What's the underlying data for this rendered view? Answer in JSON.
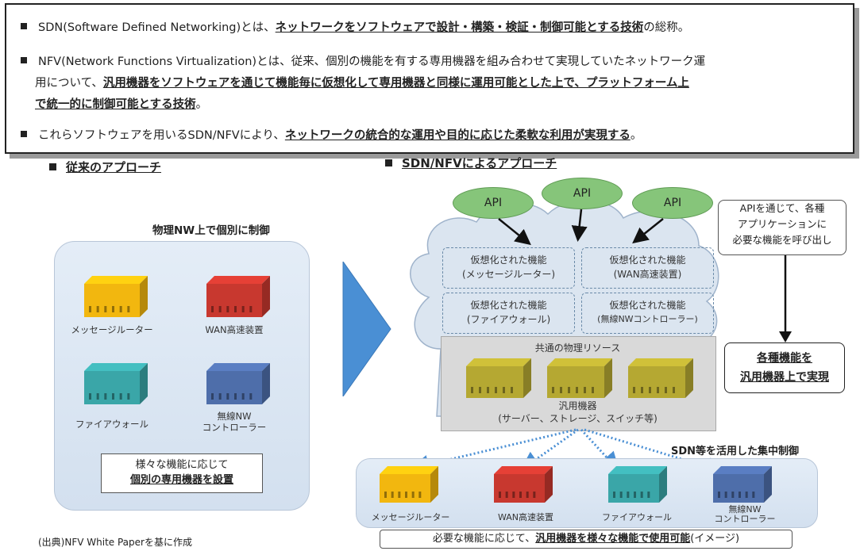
{
  "summary": {
    "line1_pre": "SDN(Software Defined Networking)とは、",
    "line1_em": "ネットワークをソフトウェアで設計・構築・検証・制御可能とする技術",
    "line1_post": "の総称。",
    "line2a": "NFV(Network Functions Virtualization)とは、従来、個別の機能を有する専用機器を組み合わせて実現していたネットワーク運",
    "line2b_pre": "用について、",
    "line2b_em": "汎用機器をソフトウェアを通じて機能毎に仮想化して専用機器と同様に運用可能とした上で、プラットフォーム上",
    "line2c_em": "で統一的に制御可能とする技術",
    "line2c_post": "。",
    "line3_pre": "これらソフトウェアを用いるSDN/NFVにより、",
    "line3_em": "ネットワークの統合的な運用や目的に応じた柔軟な利用が実現する",
    "line3_post": "。"
  },
  "left": {
    "title": "従来のアプローチ",
    "caption": "物理NW上で個別に制御",
    "devices": [
      {
        "label": "メッセージルーター",
        "color": "#f2b70f"
      },
      {
        "label": "WAN高速装置",
        "color": "#c8382f"
      },
      {
        "label": "ファイアウォール",
        "color": "#3aa6a8"
      },
      {
        "label": "無線NW\nコントローラー",
        "color": "#4e6eaa"
      }
    ],
    "note_line1": "様々な機能に応じて",
    "note_line2": "個別の専用機器を設置"
  },
  "right": {
    "title": "SDN/NFVによるアプローチ",
    "api_labels": [
      "API",
      "API",
      "API"
    ],
    "virtual_functions": [
      {
        "line1": "仮想化された機能",
        "line2": "(メッセージルーター)",
        "fill": "#fbf6cf"
      },
      {
        "line1": "仮想化された機能",
        "line2": "(WAN高速装置)",
        "fill": "#f8dfcf"
      },
      {
        "line1": "仮想化された機能",
        "line2": "(ファイアウォール)",
        "fill": "#dde7f1"
      },
      {
        "line1": "仮想化された機能",
        "line2": "(無線NWコントローラー)",
        "fill": "#dde7f1"
      }
    ],
    "shared_title": "共通の物理リソース",
    "general_line1": "汎用機器",
    "general_line2": "(サーバー、ストレージ、スイッチ等)",
    "api_callout": "APIを通じて、各種\nアプリケーションに\n必要な機能を呼び出し",
    "result_line1": "各種機能を",
    "result_line2": "汎用機器上で実現",
    "central_control": "SDN等を活用した集中制御",
    "bottom_devices": [
      {
        "label": "メッセージルーター",
        "color": "#f2b70f"
      },
      {
        "label": "WAN高速装置",
        "color": "#c8382f"
      },
      {
        "label": "ファイアウォール",
        "color": "#3aa6a8"
      },
      {
        "label": "無線NW\nコントローラー",
        "color": "#4e6eaa"
      }
    ],
    "bottom_note_pre": "必要な機能に応じて、",
    "bottom_note_em": "汎用機器を様々な機能で使用可能",
    "bottom_note_post": "(イメージ)"
  },
  "source": "(出典)NFV White Paperを基に作成"
}
